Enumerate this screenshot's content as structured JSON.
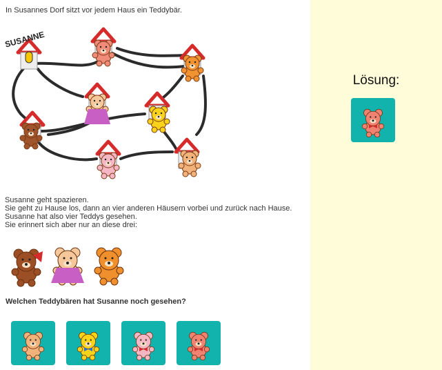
{
  "intro": "In Susannes Dorf sitzt vor jedem Haus ein Teddybär.",
  "map": {
    "home_label": "SUSANNE"
  },
  "description": [
    "Susanne geht spazieren.",
    "Sie geht zu Hause los, dann an vier anderen Häusern vorbei und zurück nach Hause.",
    "Susanne hat also vier Teddys gesehen.",
    "Sie erinnert sich aber nur an diese drei:"
  ],
  "question": "Welchen Teddybären hat Susanne noch gesehen?",
  "solution_label": "Lösung:",
  "colors": {
    "accent": "#13b3ad",
    "right_panel": "#fffcd9",
    "roof": "#d62b2b",
    "path": "#2b2b2b"
  },
  "icons": {
    "seen_teddies": [
      "brown-teddy-icon",
      "purple-dress-teddy-icon",
      "orange-teddy-icon"
    ],
    "answer_options": [
      "light-brown-teddy-icon",
      "yellow-teddy-icon",
      "pink-teddy-icon",
      "red-teddy-icon"
    ],
    "solution": "red-teddy-icon"
  }
}
